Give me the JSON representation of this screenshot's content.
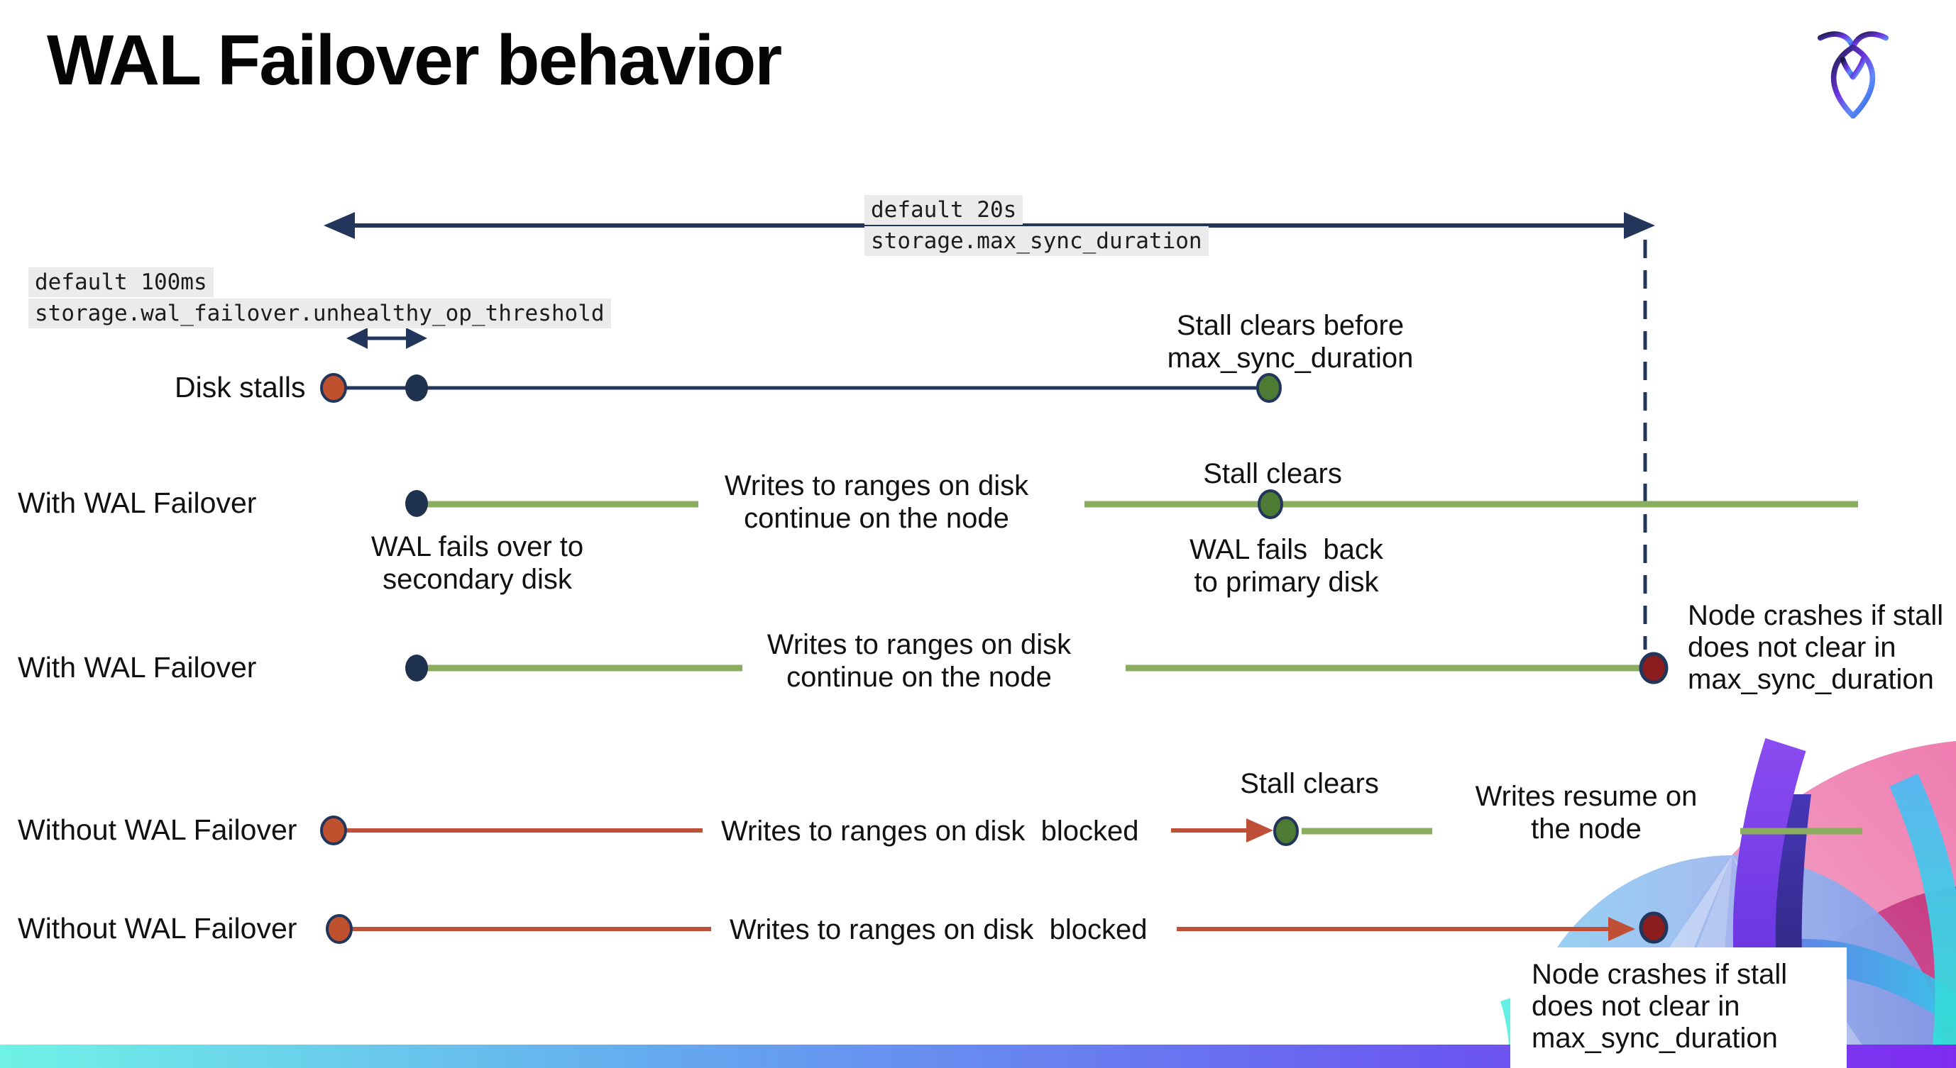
{
  "title": "WAL Failover behavior",
  "logo": {
    "alt": "CockroachDB logo"
  },
  "settings": {
    "max_sync_default": "default 20s",
    "max_sync_name": "storage.max_sync_duration",
    "threshold_default": "default 100ms",
    "threshold_name": "storage.wal_failover.unhealthy_op_threshold"
  },
  "rows": [
    {
      "label": "Disk stalls"
    },
    {
      "label": "With WAL Failover"
    },
    {
      "label": "With WAL Failover"
    },
    {
      "label": "Without WAL Failover"
    },
    {
      "label": "Without WAL Failover"
    }
  ],
  "callouts": {
    "stall_clears_before": "Stall clears before\nmax_sync_duration",
    "stall_clears_r2": "Stall clears",
    "stall_clears_r4": "Stall clears",
    "wal_fails_over": "WAL fails over to\nsecondary disk",
    "wal_fails_back": "WAL fails  back\nto primary disk",
    "writes_continue_r2": "Writes to ranges on disk\ncontinue on the node",
    "writes_continue_r3": "Writes to ranges on disk\ncontinue on the node",
    "writes_blocked_r4": "Writes to ranges on disk  blocked",
    "writes_blocked_r5": "Writes to ranges on disk  blocked",
    "writes_resume": "Writes resume on\nthe node",
    "node_crashes_r3": "Node crashes if stall\ndoes not clear in\nmax_sync_duration",
    "node_crashes_r5": "Node crashes if stall\ndoes not clear in\nmax_sync_duration"
  },
  "colors": {
    "navy": "#22365B",
    "navy_dot": "#1E3250",
    "green_line": "#8AAD60",
    "green_dot": "#4E7B33",
    "red_line": "#C04F38",
    "red_dot": "#C0512F",
    "dark_red_dot": "#8C1D1D",
    "code_bg": "#EBEBEB",
    "bar_gradient": [
      "#6FF2E7",
      "#65ABEF",
      "#6A5AF1",
      "#7F2CEF"
    ]
  }
}
